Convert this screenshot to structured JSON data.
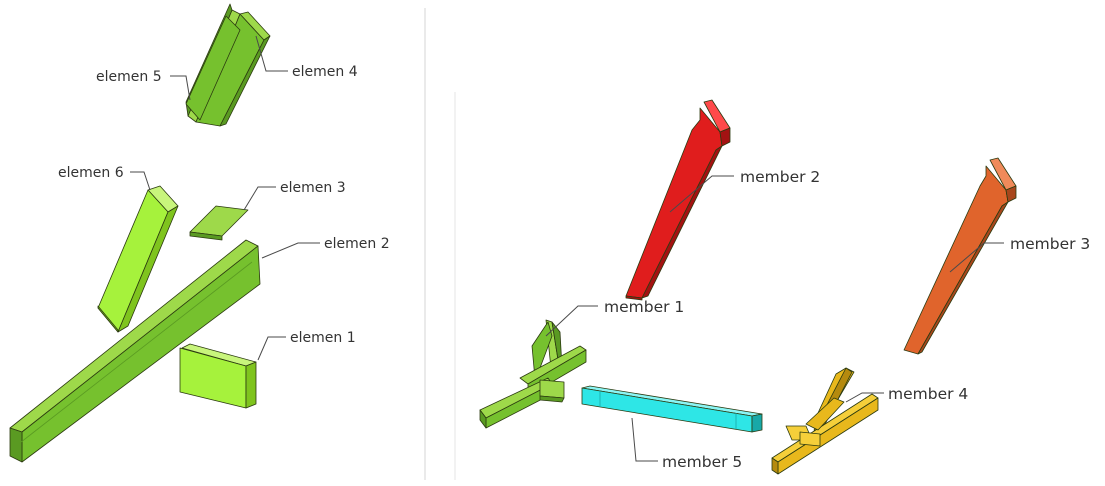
{
  "left_panel": {
    "labels": {
      "elemen1": "elemen 1",
      "elemen2": "elemen 2",
      "elemen3": "elemen 3",
      "elemen4": "elemen 4",
      "elemen5": "elemen 5",
      "elemen6": "elemen 6"
    }
  },
  "right_panel": {
    "labels": {
      "member1": "member 1",
      "member2": "member 2",
      "member3": "member 3",
      "member4": "member 4",
      "member5": "member 5"
    }
  },
  "colors": {
    "green_top": "#9ed94a",
    "green_face": "#76c12e",
    "green_side": "#5a9a22",
    "bright_green": "#a6f23c",
    "red": "#e01d1d",
    "orange": "#e0642c",
    "cyan": "#2ee6e6",
    "yellow": "#e8b81c"
  }
}
